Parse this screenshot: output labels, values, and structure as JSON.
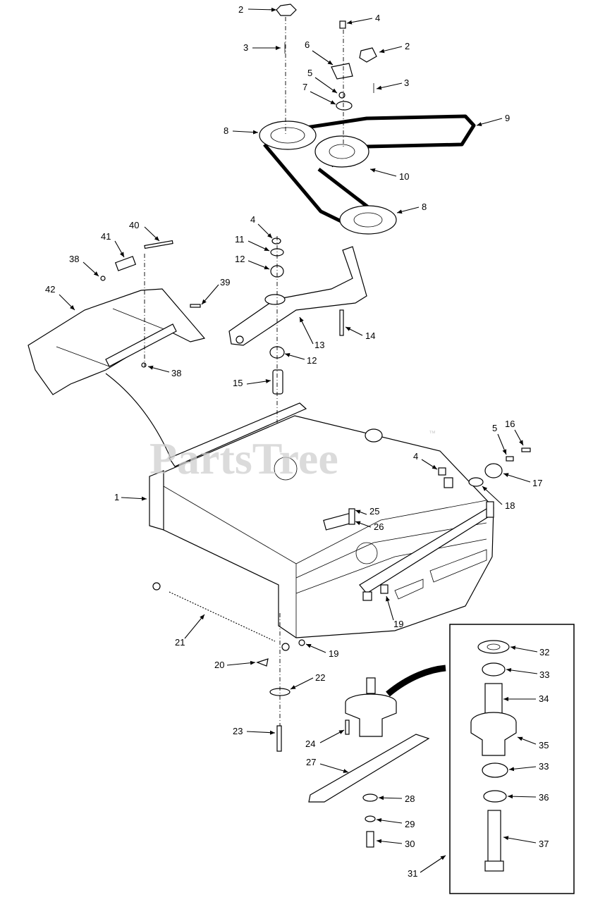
{
  "watermark": {
    "text": "PartsTree",
    "trademark": "™"
  },
  "callouts": [
    {
      "id": "c2a",
      "num": "2"
    },
    {
      "id": "c4a",
      "num": "4"
    },
    {
      "id": "c3a",
      "num": "3"
    },
    {
      "id": "c6",
      "num": "6"
    },
    {
      "id": "c2b",
      "num": "2"
    },
    {
      "id": "c5a",
      "num": "5"
    },
    {
      "id": "c3b",
      "num": "3"
    },
    {
      "id": "c7",
      "num": "7"
    },
    {
      "id": "c8a",
      "num": "8"
    },
    {
      "id": "c9",
      "num": "9"
    },
    {
      "id": "c10",
      "num": "10"
    },
    {
      "id": "c8b",
      "num": "8"
    },
    {
      "id": "c40",
      "num": "40"
    },
    {
      "id": "c41",
      "num": "41"
    },
    {
      "id": "c4b",
      "num": "4"
    },
    {
      "id": "c11",
      "num": "11"
    },
    {
      "id": "c38a",
      "num": "38"
    },
    {
      "id": "c12a",
      "num": "12"
    },
    {
      "id": "c42",
      "num": "42"
    },
    {
      "id": "c39",
      "num": "39"
    },
    {
      "id": "c13",
      "num": "13"
    },
    {
      "id": "c14",
      "num": "14"
    },
    {
      "id": "c38b",
      "num": "38"
    },
    {
      "id": "c12b",
      "num": "12"
    },
    {
      "id": "c15",
      "num": "15"
    },
    {
      "id": "c5b",
      "num": "5"
    },
    {
      "id": "c16",
      "num": "16"
    },
    {
      "id": "c4c",
      "num": "4"
    },
    {
      "id": "c17",
      "num": "17"
    },
    {
      "id": "c1",
      "num": "1"
    },
    {
      "id": "c18",
      "num": "18"
    },
    {
      "id": "c25",
      "num": "25"
    },
    {
      "id": "c26",
      "num": "26"
    },
    {
      "id": "c19a",
      "num": "19"
    },
    {
      "id": "c21",
      "num": "21"
    },
    {
      "id": "c19b",
      "num": "19"
    },
    {
      "id": "c32",
      "num": "32"
    },
    {
      "id": "c20",
      "num": "20"
    },
    {
      "id": "c22",
      "num": "22"
    },
    {
      "id": "c33a",
      "num": "33"
    },
    {
      "id": "c34",
      "num": "34"
    },
    {
      "id": "c23",
      "num": "23"
    },
    {
      "id": "c24",
      "num": "24"
    },
    {
      "id": "c35",
      "num": "35"
    },
    {
      "id": "c27",
      "num": "27"
    },
    {
      "id": "c33b",
      "num": "33"
    },
    {
      "id": "c28",
      "num": "28"
    },
    {
      "id": "c36",
      "num": "36"
    },
    {
      "id": "c29",
      "num": "29"
    },
    {
      "id": "c37",
      "num": "37"
    },
    {
      "id": "c30",
      "num": "30"
    },
    {
      "id": "c31",
      "num": "31"
    }
  ]
}
